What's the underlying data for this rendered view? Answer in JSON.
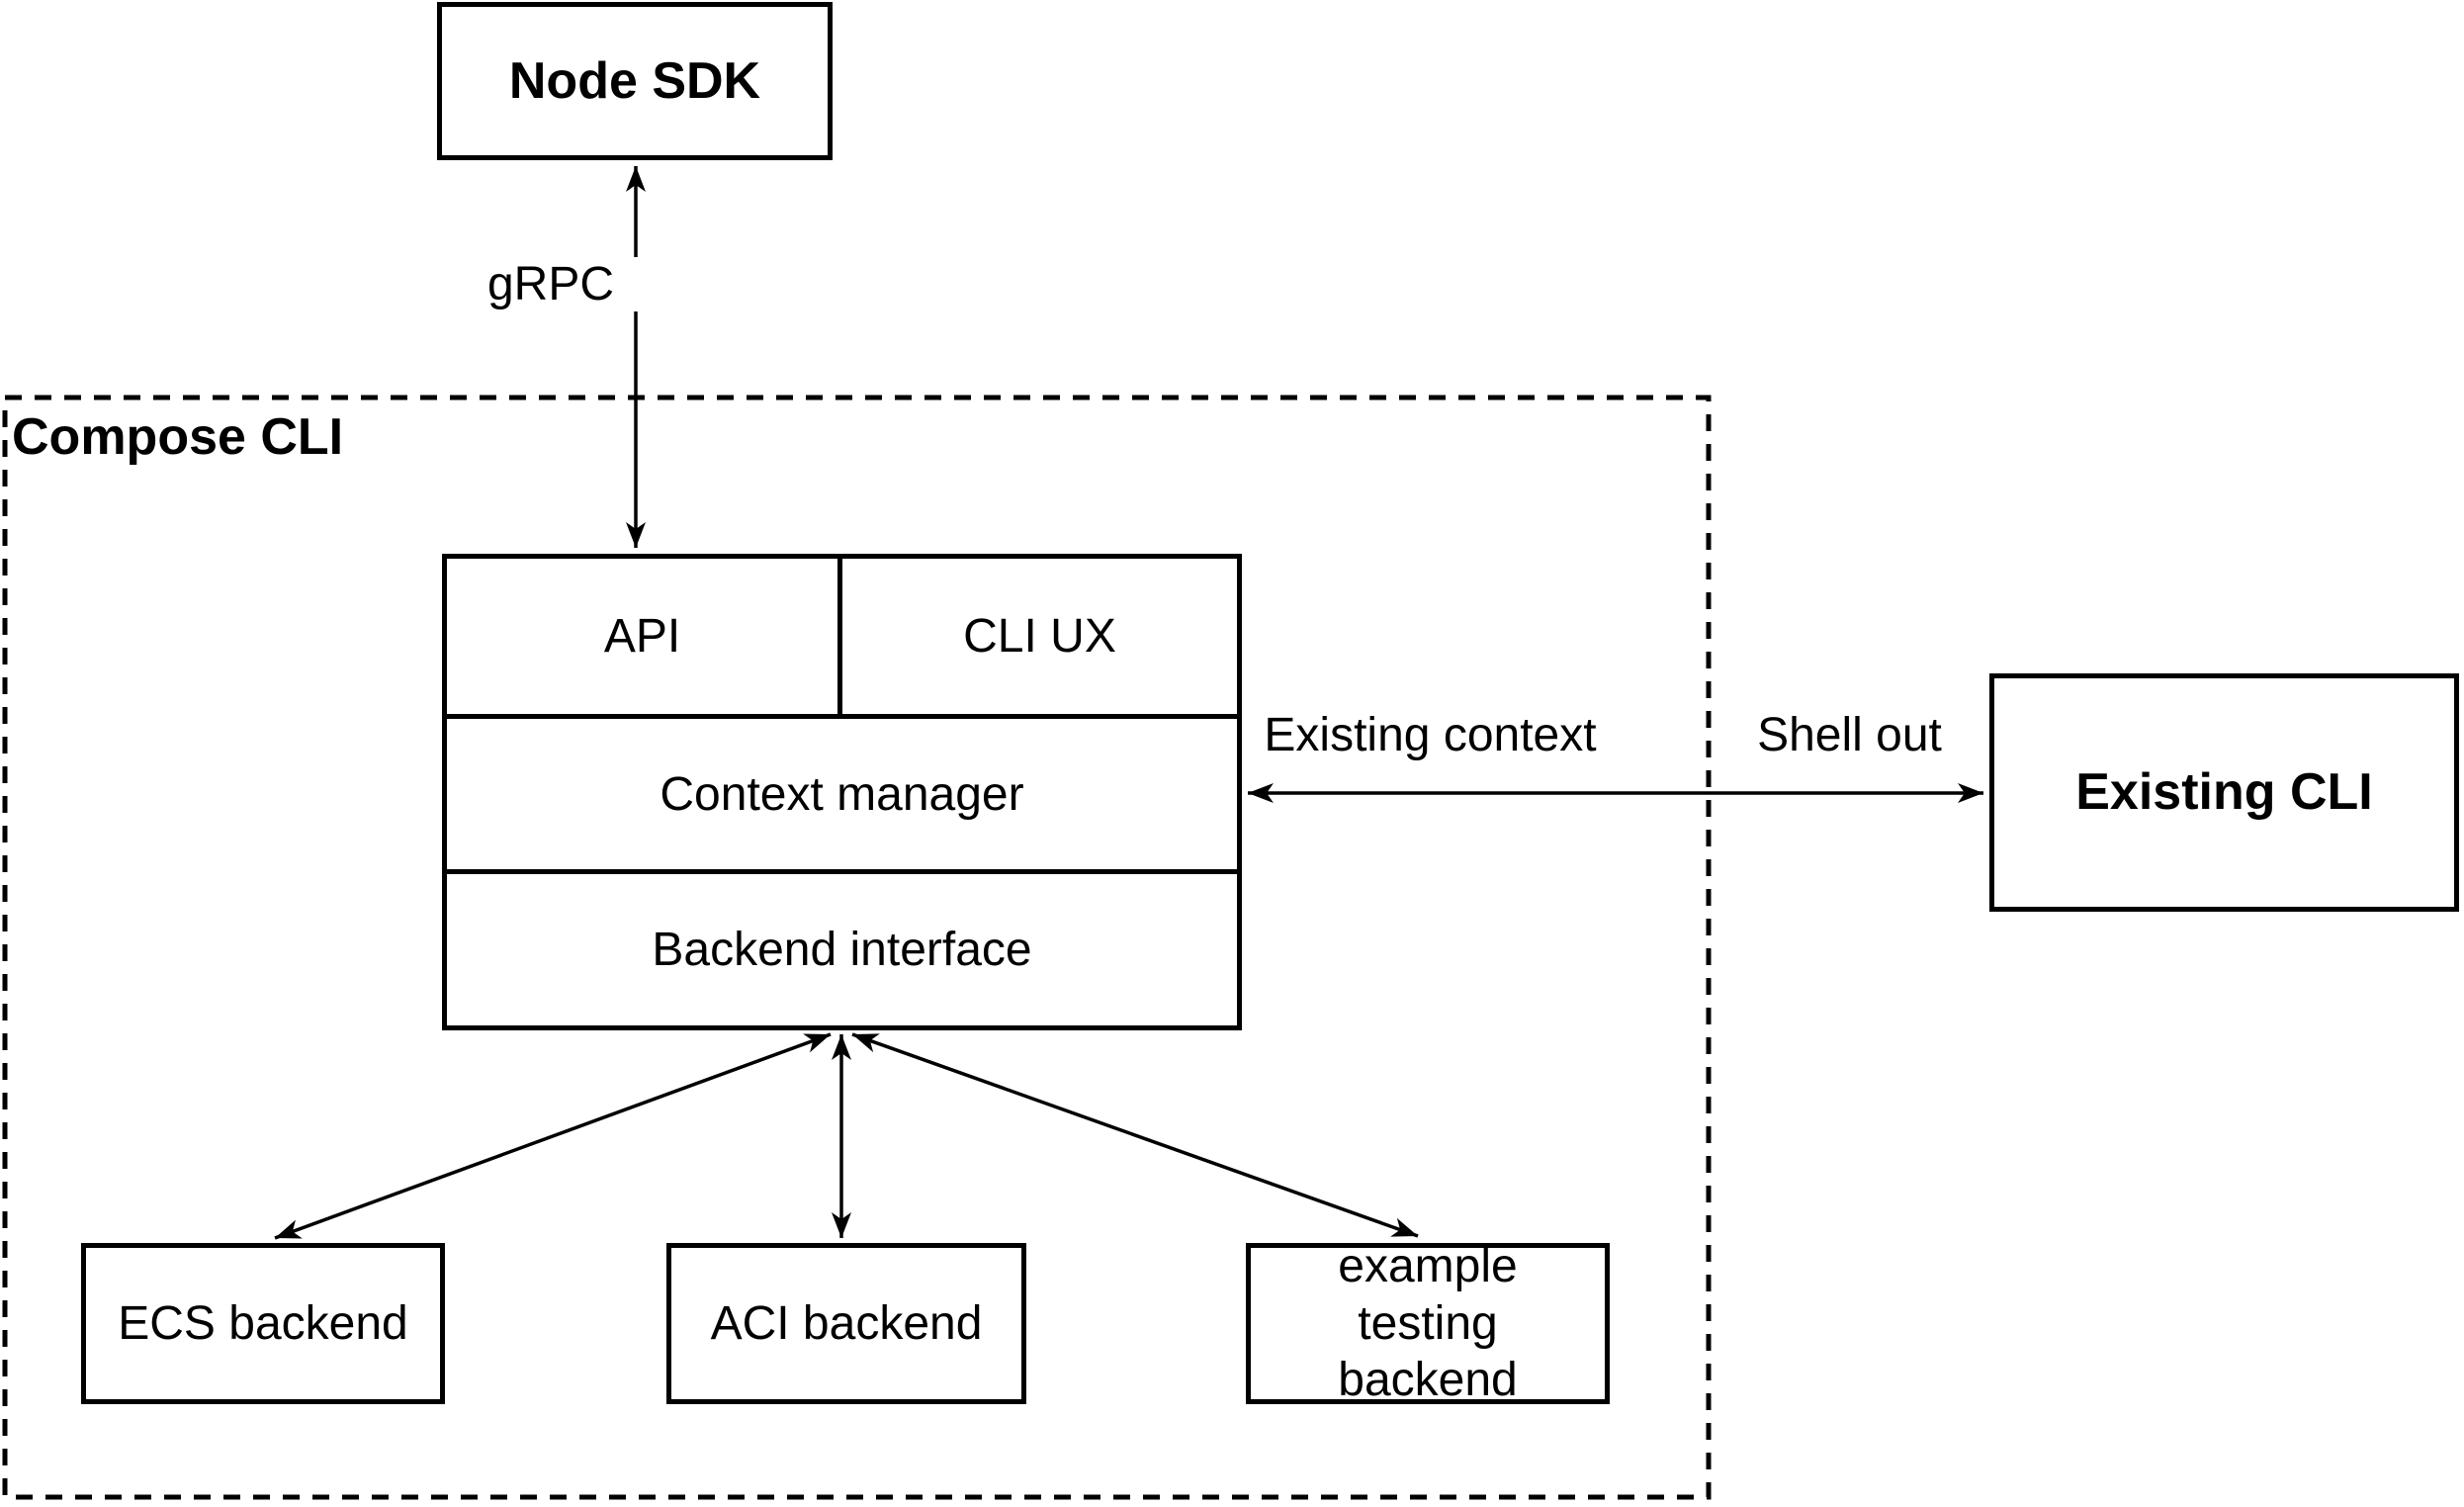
{
  "colors": {
    "stroke": "#000000",
    "background": "#ffffff",
    "text": "#000000"
  },
  "container": {
    "label": "Compose CLI"
  },
  "nodes": {
    "node_sdk": {
      "label": "Node SDK"
    },
    "api": {
      "label": "API"
    },
    "cli_ux": {
      "label": "CLI UX"
    },
    "context_manager": {
      "label": "Context manager"
    },
    "backend_interface": {
      "label": "Backend interface"
    },
    "ecs_backend": {
      "label": "ECS backend"
    },
    "aci_backend": {
      "label": "ACI backend"
    },
    "example_testing_backend": {
      "label": "example testing backend"
    },
    "existing_cli": {
      "label": "Existing CLI"
    }
  },
  "edge_labels": {
    "grpc": "gRPC",
    "existing_context": "Existing context",
    "shell_out": "Shell out"
  }
}
